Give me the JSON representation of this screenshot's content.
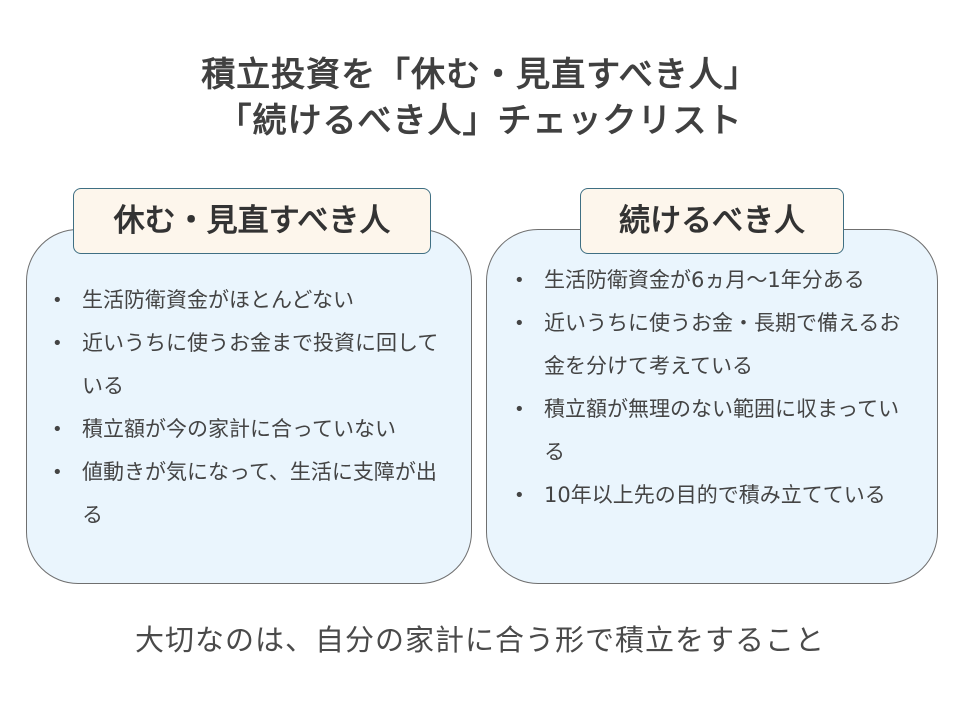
{
  "title": {
    "line1": "積立投資を「休む・見直すべき人」",
    "line2": "「続けるべき人」チェックリスト"
  },
  "left_panel": {
    "heading": "休む・見直すべき人",
    "items": [
      "生活防衛資金がほとんどない",
      "近いうちに使うお金まで投資に回している",
      "積立額が今の家計に合っていない",
      "値動きが気になって、生活に支障が出る"
    ]
  },
  "right_panel": {
    "heading": "続けるべき人",
    "items": [
      "生活防衛資金が6ヵ月〜1年分ある",
      "近いうちに使うお金・長期で備えるお金を分けて考えている",
      "積立額が無理のない範囲に収まっている",
      "10年以上先の目的で積み立てている"
    ]
  },
  "footer": {
    "text": "大切なのは、自分の家計に合う形で積立をすること"
  },
  "colors": {
    "panel_fill": "#eaf5fd",
    "tab_fill": "#fdf6ec",
    "tab_border": "#3f6f83",
    "text": "#404040"
  }
}
